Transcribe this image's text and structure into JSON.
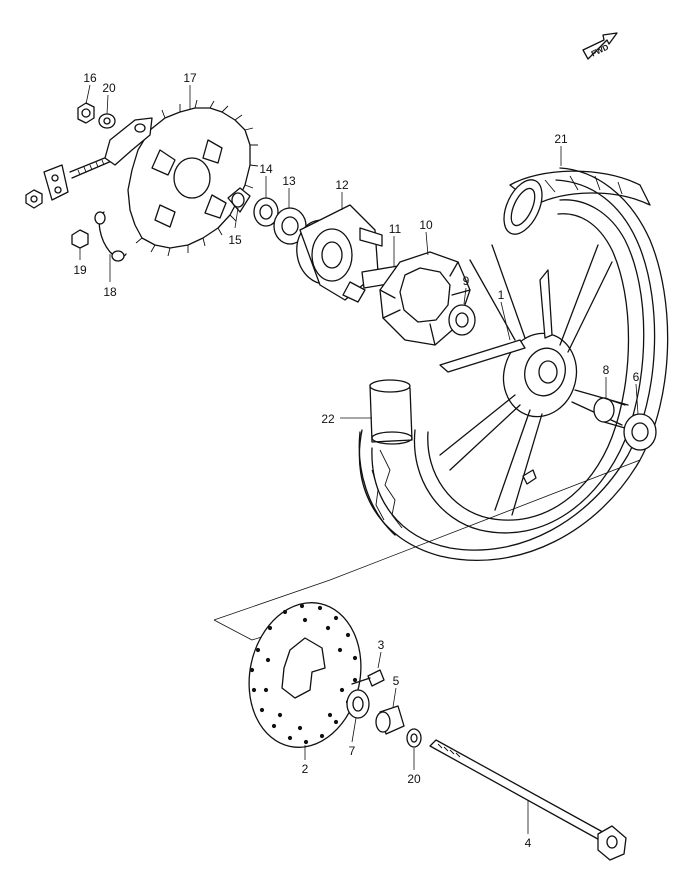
{
  "diagram": {
    "fwd_badge": "FWD",
    "callouts": [
      {
        "id": "c16",
        "label": "16"
      },
      {
        "id": "c20a",
        "label": "20"
      },
      {
        "id": "c17",
        "label": "17"
      },
      {
        "id": "c14",
        "label": "14"
      },
      {
        "id": "c13",
        "label": "13"
      },
      {
        "id": "c12",
        "label": "12"
      },
      {
        "id": "c15",
        "label": "15"
      },
      {
        "id": "c11",
        "label": "11"
      },
      {
        "id": "c10",
        "label": "10"
      },
      {
        "id": "c9",
        "label": "9"
      },
      {
        "id": "c19",
        "label": "19"
      },
      {
        "id": "c18",
        "label": "18"
      },
      {
        "id": "c21",
        "label": "21"
      },
      {
        "id": "c1",
        "label": "1"
      },
      {
        "id": "c8",
        "label": "8"
      },
      {
        "id": "c6",
        "label": "6"
      },
      {
        "id": "c22",
        "label": "22"
      },
      {
        "id": "c3",
        "label": "3"
      },
      {
        "id": "c5",
        "label": "5"
      },
      {
        "id": "c7",
        "label": "7"
      },
      {
        "id": "c2",
        "label": "2"
      },
      {
        "id": "c20b",
        "label": "20"
      },
      {
        "id": "c4",
        "label": "4"
      }
    ]
  }
}
